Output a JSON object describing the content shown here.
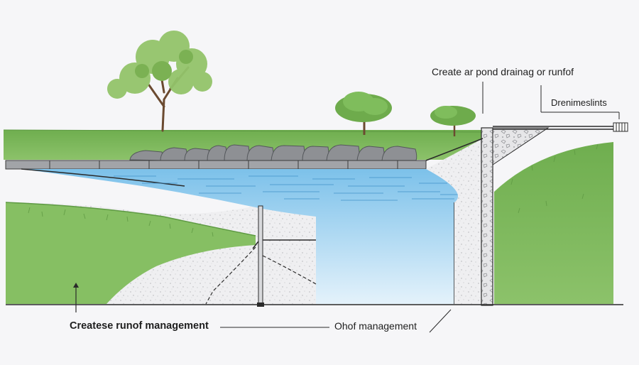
{
  "labels": {
    "top": "Create ar pond drainag or runfof",
    "right": "Drenimeslints",
    "bottom_left": "Createse runof management",
    "bottom_right": "Ohof management"
  },
  "colors": {
    "background": "#f6f6f8",
    "grass": "#7db55a",
    "grass_dark": "#5f9a44",
    "water": "#7cc1ea",
    "water_deep": "#a8d6f3",
    "gravel": "#ececee",
    "stone": "#8c8f93",
    "outline": "#2a2a2a"
  }
}
